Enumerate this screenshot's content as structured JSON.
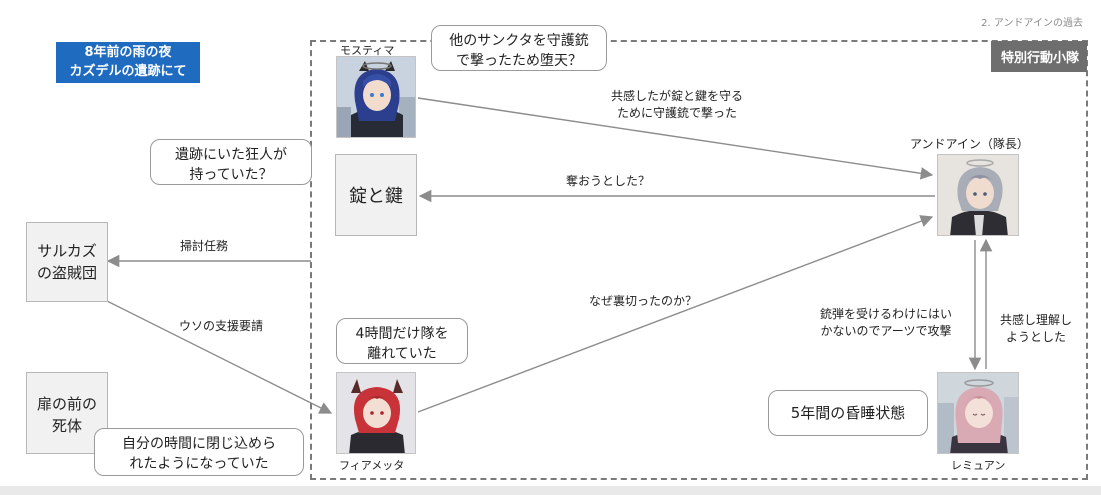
{
  "header": {
    "slide_subtitle": "2. アンドアインの過去",
    "scene_line1": "8年前の雨の夜",
    "scene_line2": "カズデルの遺跡にて",
    "group_label": "特別行動小隊"
  },
  "nodes": {
    "mostima": {
      "name": "モスティマ",
      "bubble_l1": "他のサンクタを守護銃",
      "bubble_l2": "で撃ったため堕天？"
    },
    "lock_key": {
      "label": "錠と鍵",
      "bubble_l1": "遺跡にいた狂人が",
      "bubble_l2": "持っていた？"
    },
    "andoain": {
      "name": "アンドアイン（隊長）"
    },
    "sarkaz": {
      "label_l1": "サルカズ",
      "label_l2": "の盗賊団"
    },
    "fiammetta": {
      "name": "フィアメッタ",
      "bubble_l1": "4時間だけ隊を",
      "bubble_l2": "離れていた"
    },
    "lemuen": {
      "name": "レミュアン",
      "bubble": "5年間の昏睡状態"
    },
    "corpse": {
      "label_l1": "扉の前の",
      "label_l2": "死体",
      "bubble_l1": "自分の時間に閉じ込めら",
      "bubble_l2": "れたようになっていた"
    }
  },
  "edges": {
    "mostima_andoain_l1": "共感したが錠と鍵を守る",
    "mostima_andoain_l2": "ために守護銃で撃った",
    "andoain_lock": "奪おうとした？",
    "group_sarkaz": "掃討任務",
    "sarkaz_fiammetta": "ウソの支援要請",
    "fiammetta_andoain": "なぜ裏切ったのか？",
    "andoain_lemuen_l1": "銃弾を受けるわけにはい",
    "andoain_lemuen_l2": "かないのでアーツで攻撃",
    "lemuen_andoain_l1": "共感し理解し",
    "lemuen_andoain_l2": "ようとした"
  },
  "colors": {
    "scene_badge": "#1f6bbf",
    "group_label_bg": "#6e6e6e",
    "arrow": "#8c8c8c",
    "box_fill": "#f1f1f1"
  }
}
